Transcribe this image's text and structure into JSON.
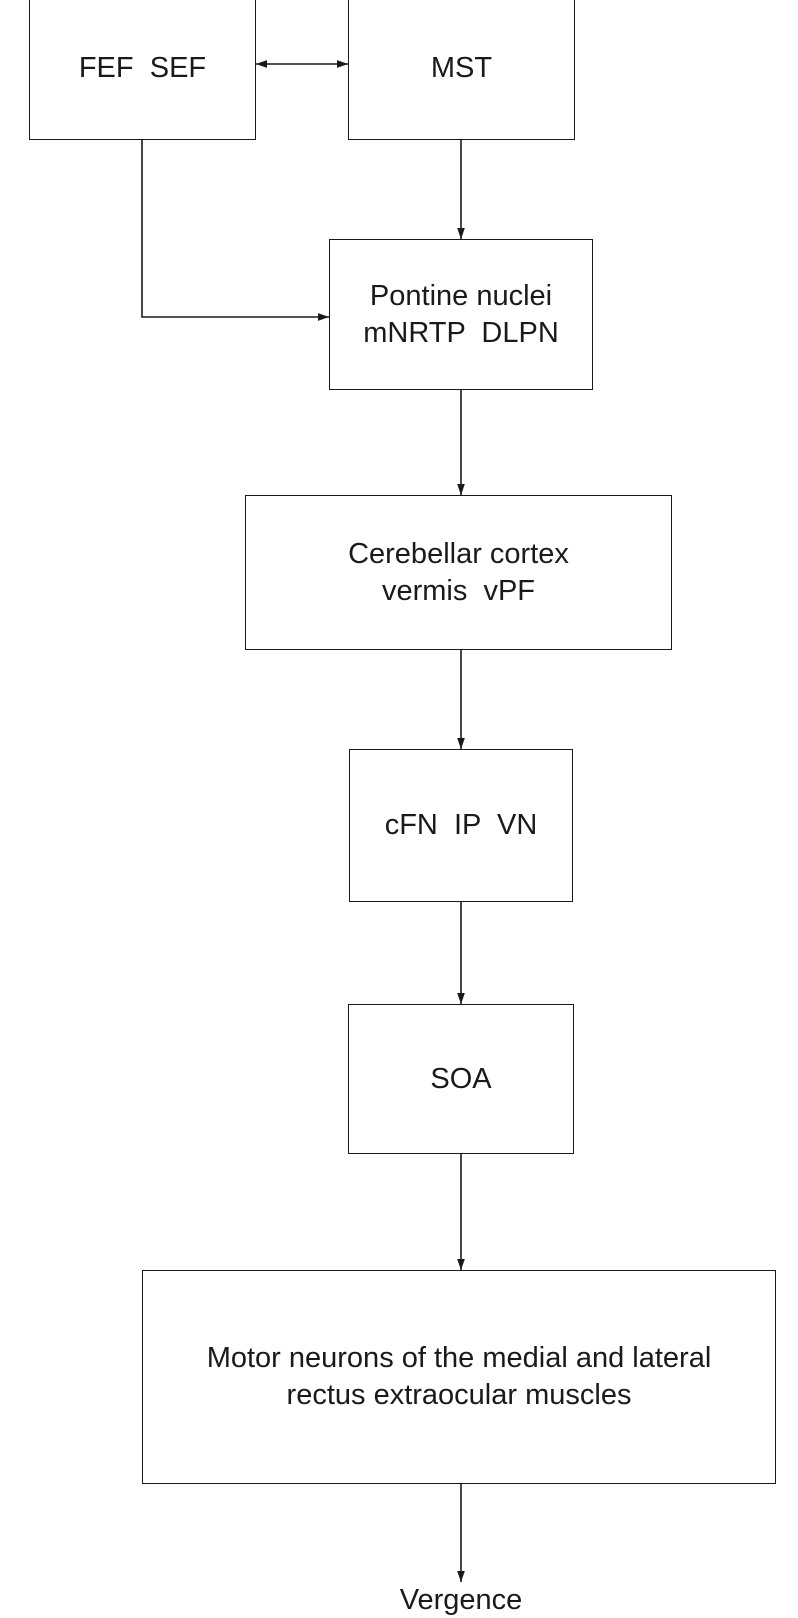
{
  "diagram": {
    "nodes": {
      "fef_sef": {
        "lines": [
          "FEF  SEF"
        ]
      },
      "mst": {
        "lines": [
          "MST"
        ]
      },
      "pontine": {
        "lines": [
          "Pontine nuclei",
          "mNRTP  DLPN"
        ]
      },
      "cerebellar": {
        "lines": [
          "Cerebellar cortex",
          "vermis  vPF"
        ]
      },
      "nuclei": {
        "lines": [
          "cFN  IP  VN"
        ]
      },
      "soa": {
        "lines": [
          "SOA"
        ]
      },
      "motor": {
        "lines": [
          "Motor neurons of the medial and lateral",
          "rectus extraocular muscles"
        ]
      }
    },
    "output": "Vergence",
    "edges": [
      {
        "from": "fef_sef",
        "to": "mst",
        "bidirectional": true
      },
      {
        "from": "mst",
        "to": "pontine"
      },
      {
        "from": "fef_sef",
        "to": "pontine"
      },
      {
        "from": "pontine",
        "to": "cerebellar"
      },
      {
        "from": "cerebellar",
        "to": "nuclei"
      },
      {
        "from": "nuclei",
        "to": "soa"
      },
      {
        "from": "soa",
        "to": "motor"
      },
      {
        "from": "motor",
        "to": "output"
      }
    ]
  }
}
